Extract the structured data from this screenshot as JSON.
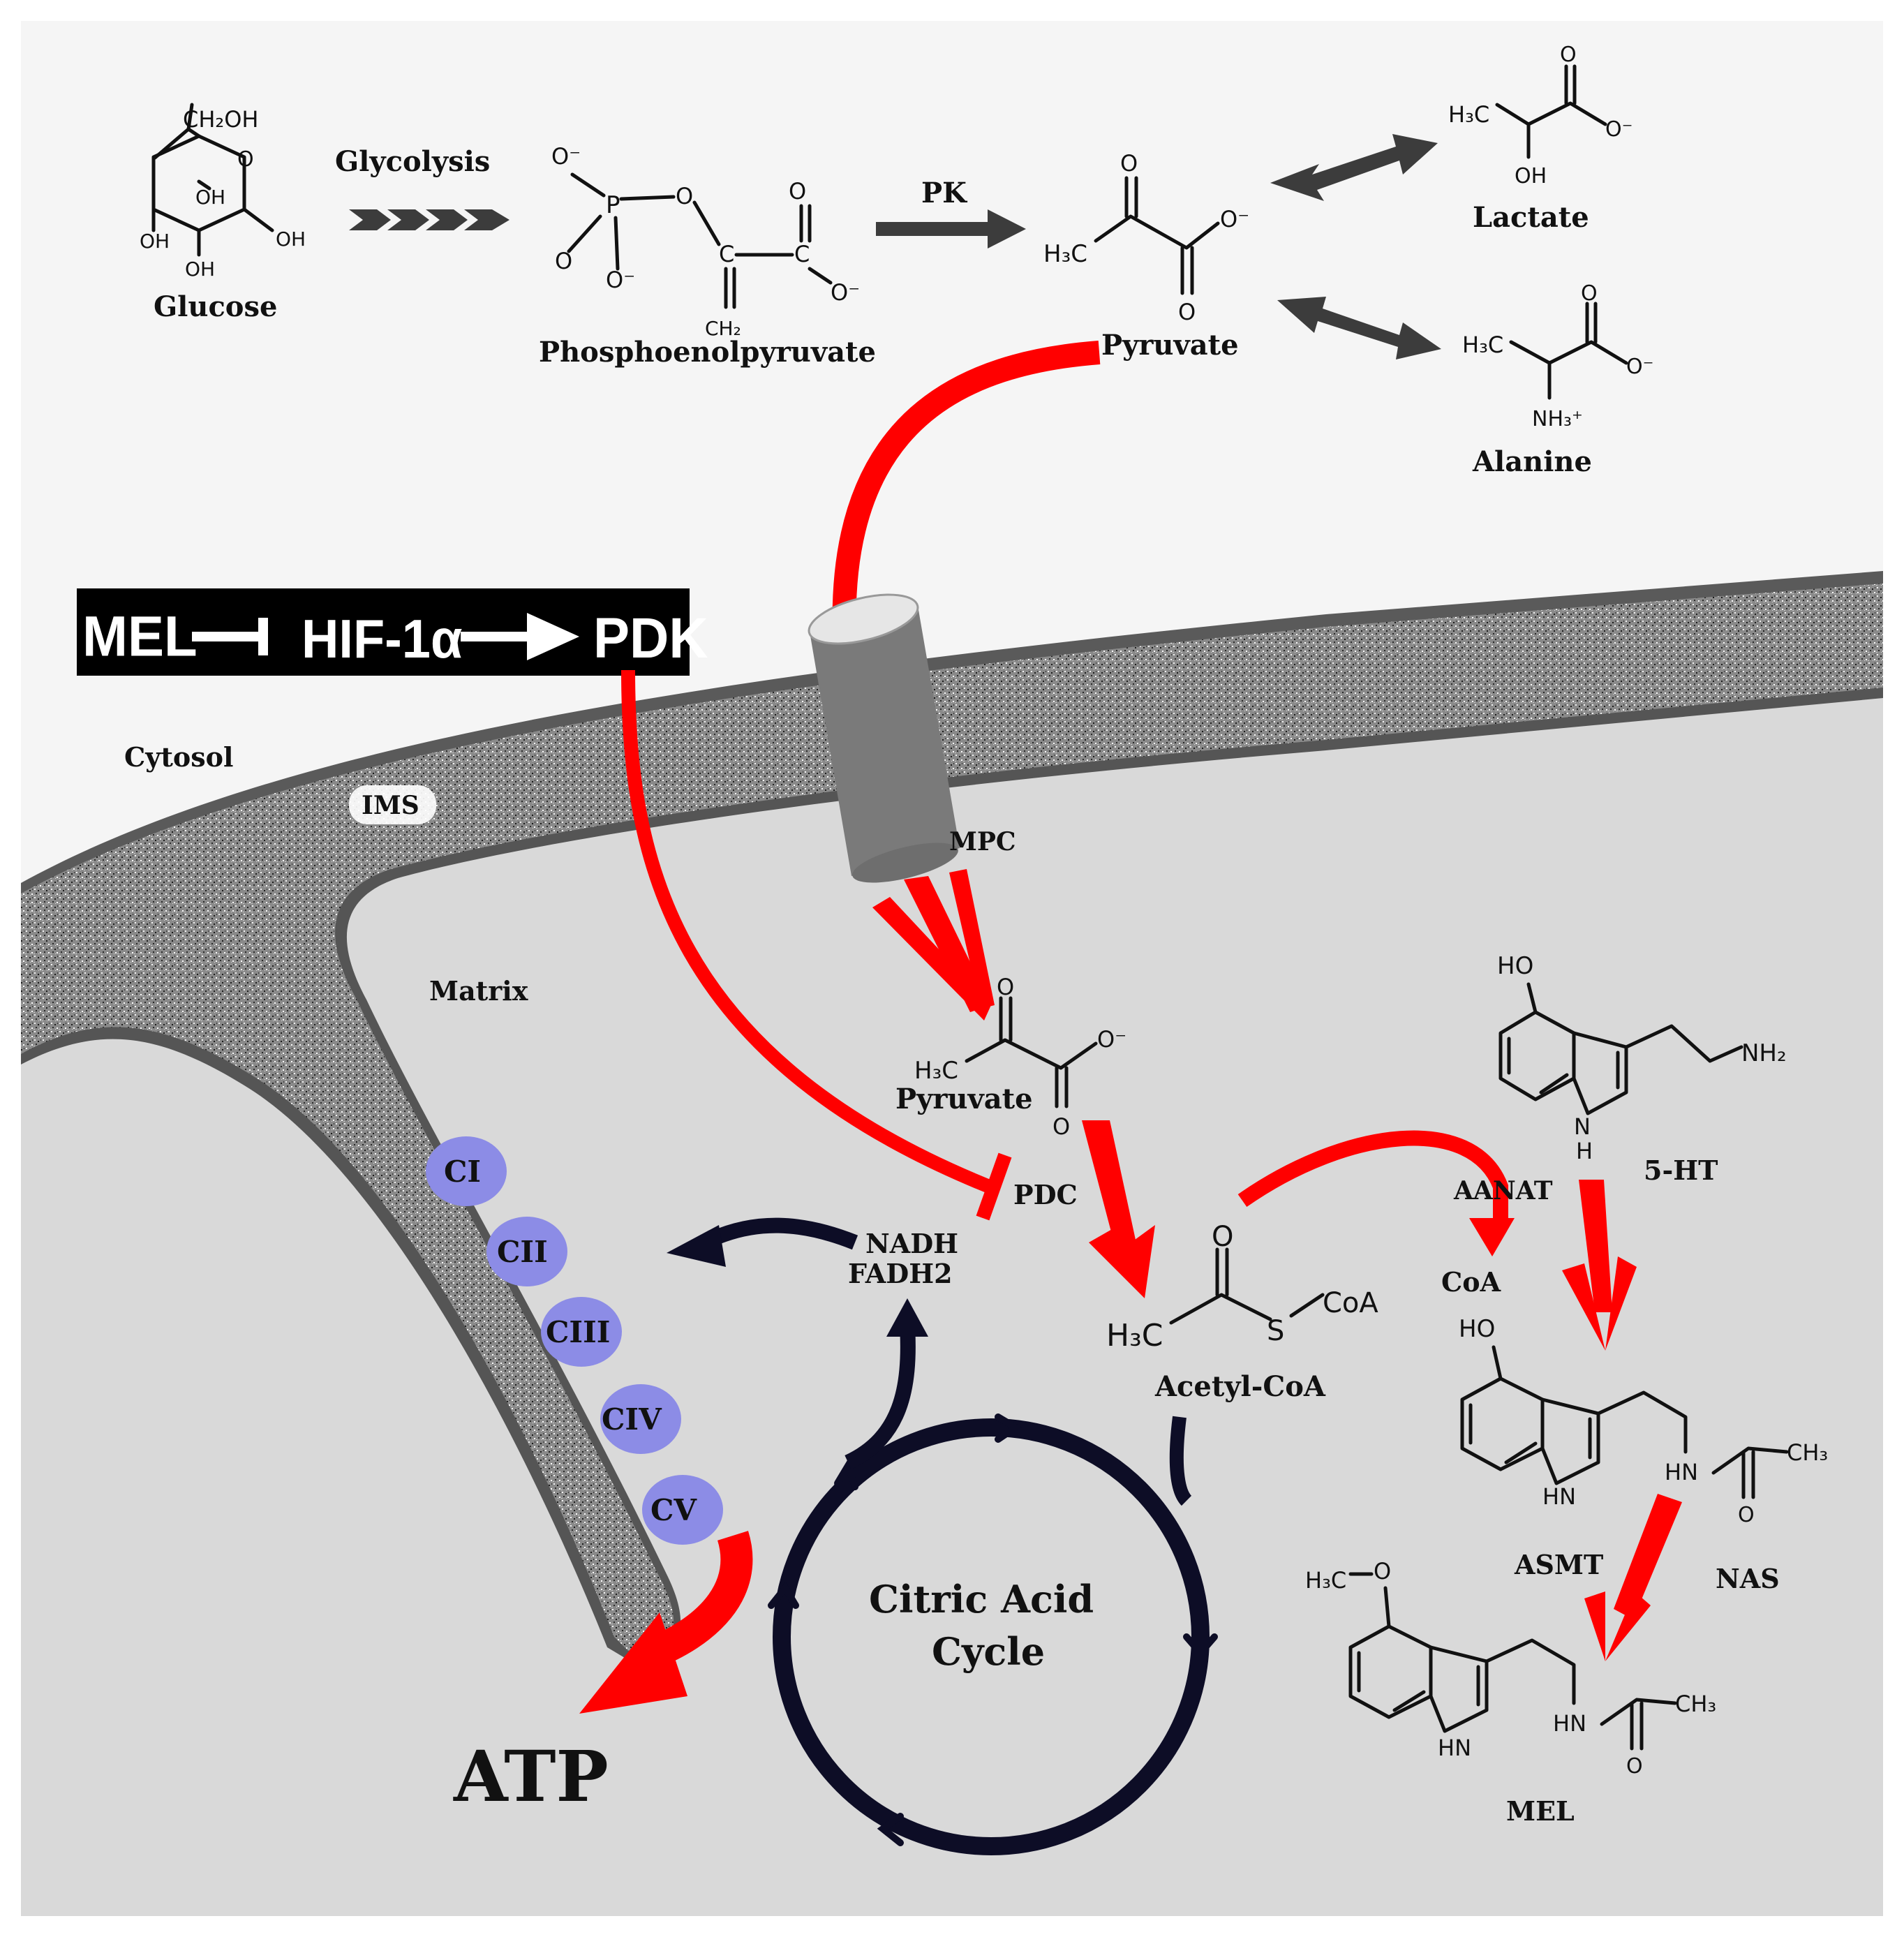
{
  "cytosol_top": {
    "glucose": "Glucose",
    "glucose_ch2oh": "CH₂OH",
    "glucose_oh": "OH",
    "glycolysis": "Glycolysis",
    "pep": "Phosphoenolpyruvate",
    "pk": "PK",
    "pyruvate": "Pyruvate",
    "lactate": "Lactate",
    "alanine": "Alanine",
    "h3c": "H₃C",
    "nh3": "NH₃⁺",
    "o_minus": "O⁻",
    "o": "O",
    "p": "P",
    "c": "C",
    "ch2": "CH₂",
    "oh": "OH"
  },
  "regulation_box": {
    "mel": "MEL",
    "hif": "HIF-1α",
    "pdk": "PDK"
  },
  "compartments": {
    "cytosol": "Cytosol",
    "ims": "IMS",
    "matrix": "Matrix",
    "mpc": "MPC"
  },
  "matrix": {
    "pyruvate": "Pyruvate",
    "pdc": "PDC",
    "acetyl_coa": "Acetyl-CoA",
    "coa_group": "CoA",
    "s": "S",
    "nadh": "NADH",
    "fadh2": "FADH2",
    "citric_line1": "Citric Acid",
    "citric_line2": "Cycle",
    "atp": "ATP",
    "aanat": "AANAT",
    "coa": "CoA",
    "serotonin": "5-HT",
    "asmt": "ASMT",
    "nas": "NAS",
    "mel": "MEL",
    "ho": "HO",
    "nh2": "NH₂",
    "hn": "HN",
    "h": "H",
    "n": "N",
    "ch3": "CH₃"
  },
  "complexes": [
    "CI",
    "CII",
    "CIII",
    "CIV",
    "CV"
  ],
  "colors": {
    "red_arrow": "#ff0000",
    "navy_arrow": "#0d0d26",
    "complex_fill": "#8c8ce6",
    "matrix_fill": "#d9d9d9",
    "membrane": "#555555",
    "gray_arrow": "#3c3c3c"
  }
}
